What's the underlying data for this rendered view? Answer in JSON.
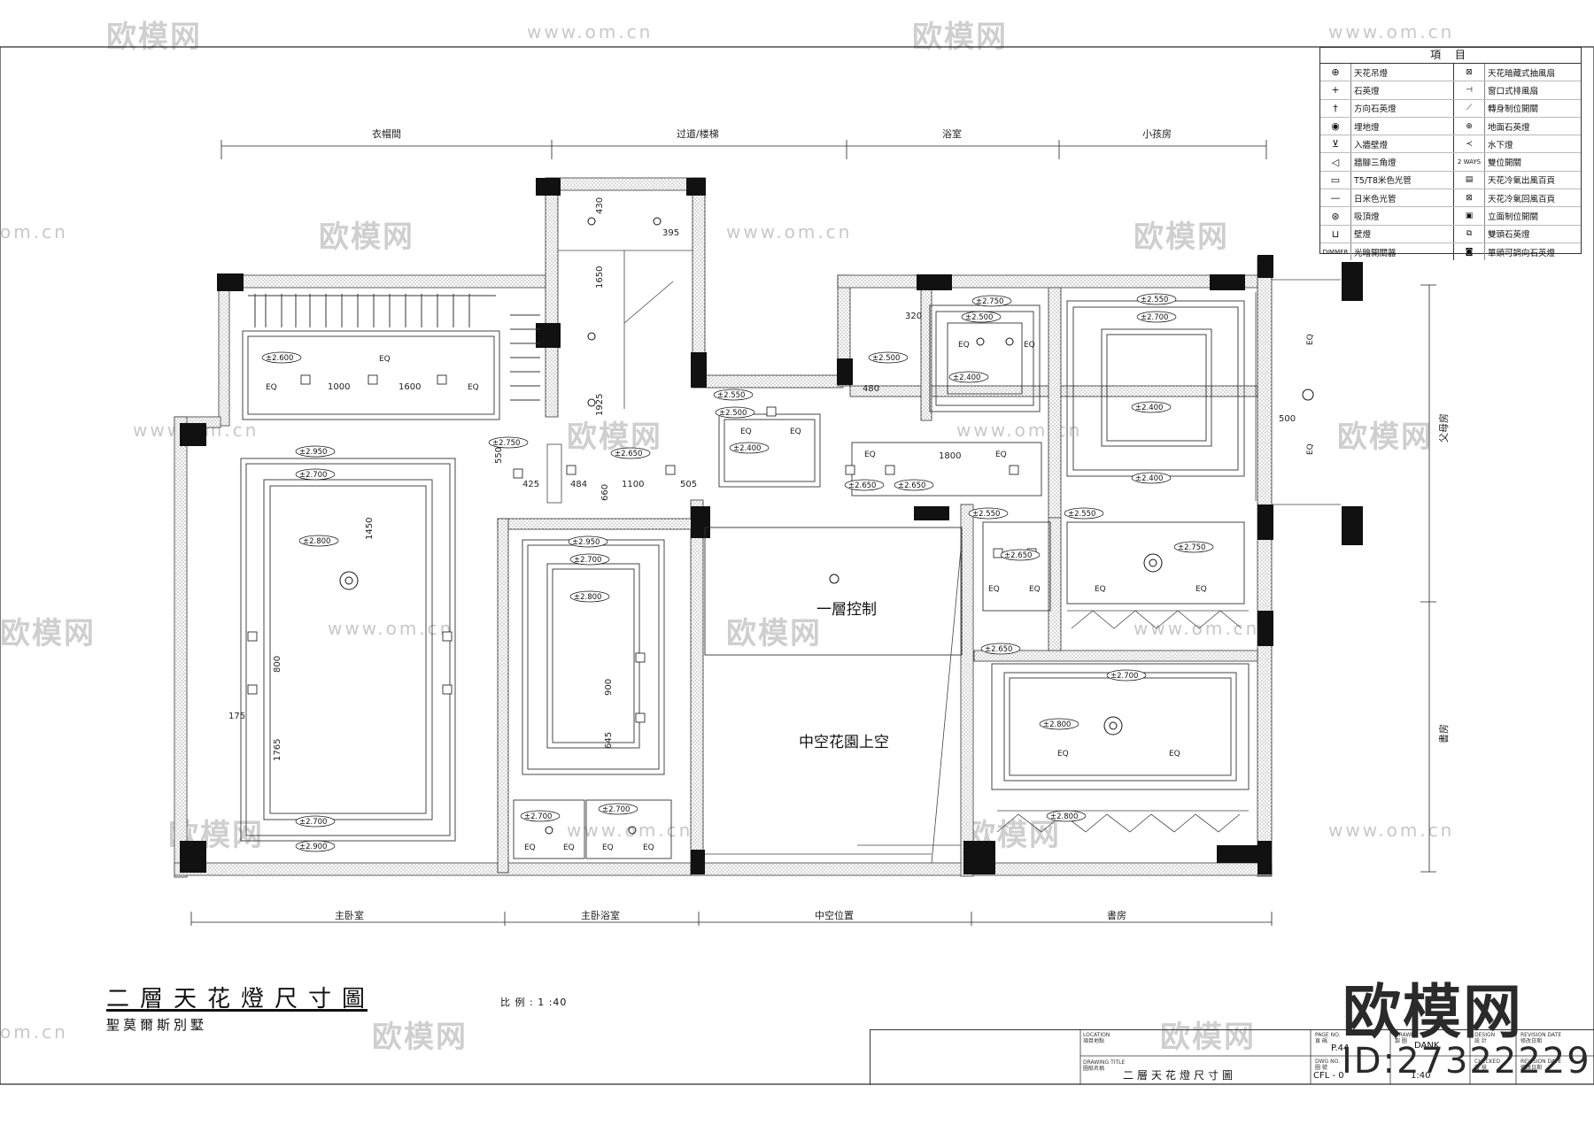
{
  "drawing": {
    "title": "二層天花燈尺寸圖",
    "project": "聖莫爾斯別墅",
    "scale_label": "比 例 : 1 :40"
  },
  "rooms_top": [
    "衣帽間",
    "过道/楼梯",
    "浴室",
    "小孩房"
  ],
  "rooms_bottom": [
    "主卧室",
    "主卧浴室",
    "中空位置",
    "書房"
  ],
  "rooms_right": [
    "父母房",
    "書房"
  ],
  "room_labels": {
    "control": "一層控制",
    "void": "中空花園上空"
  },
  "dimensions": [
    "1000",
    "1600",
    "1450",
    "800",
    "1765",
    "175",
    "900",
    "645",
    "1100",
    "484",
    "660",
    "505",
    "425",
    "550",
    "1925",
    "1650",
    "430",
    "395",
    "1800",
    "480",
    "320",
    "500"
  ],
  "eq_label": "EQ",
  "levels": [
    "±2.600",
    "±2.950",
    "±2.700",
    "±2.800",
    "±2.750",
    "±2.650",
    "±2.550",
    "±2.400",
    "±2.500",
    "±2.900"
  ],
  "legend": {
    "header": "項 目",
    "rows": [
      {
        "left": "天花吊燈",
        "right": "天花暗藏式抽風扇",
        "sym_left": "target-icon",
        "sym_right": "box-x-icon"
      },
      {
        "left": "石英燈",
        "right": "窗口式排風扇",
        "sym_left": "cross-icon",
        "sym_right": "fan-icon"
      },
      {
        "left": "方向石英燈",
        "right": "轉身制位開關",
        "sym_left": "cross-arrow-icon",
        "sym_right": "switch-icon"
      },
      {
        "left": "埋地燈",
        "right": "地面石英燈",
        "sym_left": "dot-icon",
        "sym_right": "ring-cross-icon"
      },
      {
        "left": "入牆壁燈",
        "right": "水下燈",
        "sym_left": "wall-lamp-icon",
        "sym_right": "underwater-icon"
      },
      {
        "left": "牆腳三角燈",
        "right": "雙位開關",
        "sym_left": "triangle-icon",
        "sym_right": "2 WAYS"
      },
      {
        "left": "T5/T8米色光管",
        "right": "天花冷氣出風百頁",
        "sym_left": "tube-icon",
        "sym_right": "grille-icon"
      },
      {
        "left": "日米色光管",
        "right": "天花冷氣回風百頁",
        "sym_left": "tube-icon",
        "sym_right": "box-x-icon"
      },
      {
        "left": "吸頂燈",
        "right": "立面制位開關",
        "sym_left": "ceiling-icon",
        "sym_right": "panel-icon"
      },
      {
        "left": "壁燈",
        "right": "雙頭石英燈",
        "sym_left": "wall-icon",
        "sym_right": "double-icon"
      },
      {
        "left": "光暗開關器",
        "right": "單頭可調向石英燈",
        "sym_left": "DIMMER",
        "sym_right": "single-icon"
      }
    ]
  },
  "title_block": {
    "location_label": "LOCATION",
    "location_cn": "項目地點",
    "drawing_title_label": "DRAWING TITLE",
    "drawing_title_cn": "圖紙名稱",
    "page_label": "PAGE NO.",
    "page_cn": "頁 碼",
    "page_no": "P.44",
    "dwg_label": "DWG NO.",
    "dwg_cn": "圖 號",
    "dwg_no": "CFL - 0",
    "scale_no": "1:40",
    "drawn_label": "DRAWN",
    "drawn_cn": "製 圖",
    "drawn_name": "DANK",
    "design_label": "DESIGN",
    "design_cn": "設 計",
    "chk_label": "CHECKED",
    "chk_cn": "審 核",
    "rev_label": "REVISION DATE",
    "rev_cn": "修改日期",
    "date_label": "REVISION DATE",
    "date_cn": "修改日期",
    "title_cn": "二層天花燈尺寸圖"
  },
  "watermarks": {
    "brand": "欧模网",
    "site": "www.om.cn",
    "site_short": "om.cn"
  },
  "brand_logo": "欧模网",
  "brand_id": "ID:27322229"
}
